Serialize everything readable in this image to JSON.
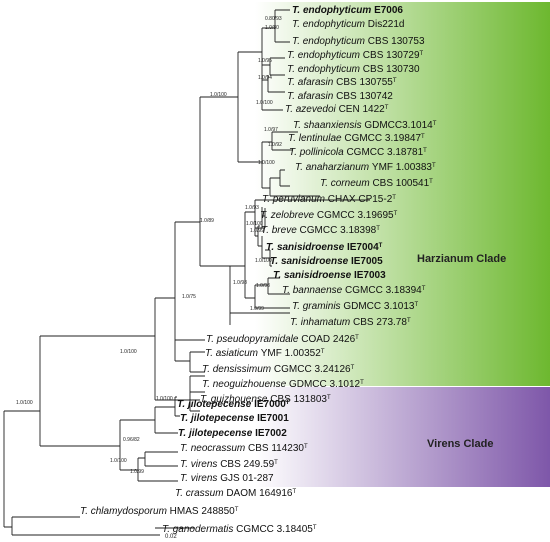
{
  "clades": [
    {
      "id": "harzianum",
      "label": "Harzianum Clade",
      "color_from": "#ffffff",
      "color_to": "#6db82f"
    },
    {
      "id": "virens",
      "label": "Virens Clade",
      "color_from": "#ffffff",
      "color_to": "#7e57a9"
    }
  ],
  "scale_bar": {
    "label": "0.02"
  },
  "taxa": [
    {
      "id": "t1",
      "genus": "T.",
      "species": "endophyticum",
      "strain": "E7006",
      "bold": true,
      "type": false
    },
    {
      "id": "t2",
      "genus": "T.",
      "species": "endophyticum",
      "strain": "Dis221d",
      "bold": false,
      "type": false
    },
    {
      "id": "t3",
      "genus": "T.",
      "species": "endophyticum",
      "strain": "CBS 130753",
      "bold": false,
      "type": false
    },
    {
      "id": "t4",
      "genus": "T.",
      "species": "endophyticum",
      "strain": "CBS 130729",
      "bold": false,
      "type": true
    },
    {
      "id": "t5",
      "genus": "T.",
      "species": "endophyticum",
      "strain": "CBS 130730",
      "bold": false,
      "type": false
    },
    {
      "id": "t6",
      "genus": "T.",
      "species": "afarasin",
      "strain": "CBS 130755",
      "bold": false,
      "type": true
    },
    {
      "id": "t7",
      "genus": "T.",
      "species": "afarasin",
      "strain": "CBS 130742",
      "bold": false,
      "type": false
    },
    {
      "id": "t8",
      "genus": "T.",
      "species": "azevedoi",
      "strain": "CEN 1422",
      "bold": false,
      "type": true
    },
    {
      "id": "t9",
      "genus": "T.",
      "species": "shaanxiensis",
      "strain": "GDMCC3.1014",
      "bold": false,
      "type": true
    },
    {
      "id": "t10",
      "genus": "T.",
      "species": "lentinulae",
      "strain": "CGMCC 3.19847",
      "bold": false,
      "type": true
    },
    {
      "id": "t11",
      "genus": "T.",
      "species": "pollinicola",
      "strain": "CGMCC 3.18781",
      "bold": false,
      "type": true
    },
    {
      "id": "t12",
      "genus": "T.",
      "species": "anaharzianum",
      "strain": "YMF 1.00383",
      "bold": false,
      "type": true
    },
    {
      "id": "t13",
      "genus": "T.",
      "species": "corneum",
      "strain": "CBS 100541",
      "bold": false,
      "type": true
    },
    {
      "id": "t14",
      "genus": "T.",
      "species": "peruvianum",
      "strain": "CHAX CP15-2",
      "bold": false,
      "type": true
    },
    {
      "id": "t15",
      "genus": "T.",
      "species": "zelobreve",
      "strain": "CGMCC 3.19695",
      "bold": false,
      "type": true
    },
    {
      "id": "t16",
      "genus": "T.",
      "species": "breve",
      "strain": "CGMCC 3.18398",
      "bold": false,
      "type": true
    },
    {
      "id": "t17",
      "genus": "T.",
      "species": "sanisidroense",
      "strain": "IE7004",
      "bold": true,
      "type": true
    },
    {
      "id": "t18",
      "genus": "T.",
      "species": "sanisidroense",
      "strain": "IE7005",
      "bold": true,
      "type": false
    },
    {
      "id": "t19",
      "genus": "T.",
      "species": "sanisidroense",
      "strain": "IE7003",
      "bold": true,
      "type": false
    },
    {
      "id": "t20",
      "genus": "T.",
      "species": "bannaense",
      "strain": "CGMCC 3.18394",
      "bold": false,
      "type": true
    },
    {
      "id": "t21",
      "genus": "T.",
      "species": "graminis",
      "strain": "GDMCC 3.1013",
      "bold": false,
      "type": true
    },
    {
      "id": "t22",
      "genus": "T.",
      "species": "inhamatum",
      "strain": "CBS 273.78",
      "bold": false,
      "type": true
    },
    {
      "id": "t23",
      "genus": "T.",
      "species": "pseudopyramidale",
      "strain": "COAD 2426",
      "bold": false,
      "type": true
    },
    {
      "id": "t24",
      "genus": "T.",
      "species": "asiaticum",
      "strain": "YMF 1.00352",
      "bold": false,
      "type": true
    },
    {
      "id": "t25",
      "genus": "T.",
      "species": "densissimum",
      "strain": "CGMCC 3.24126",
      "bold": false,
      "type": true
    },
    {
      "id": "t26",
      "genus": "T.",
      "species": "neoguizhouense",
      "strain": "GDMCC 3.1012",
      "bold": false,
      "type": true
    },
    {
      "id": "t27",
      "genus": "T.",
      "species": "guizhouense",
      "strain": "CBS 131803",
      "bold": false,
      "type": true
    },
    {
      "id": "t28",
      "genus": "T.",
      "species": "jilotepecense",
      "strain": "IE7000",
      "bold": true,
      "type": true
    },
    {
      "id": "t29",
      "genus": "T.",
      "species": "jilotepecense",
      "strain": "IE7001",
      "bold": true,
      "type": false
    },
    {
      "id": "t30",
      "genus": "T.",
      "species": "jilotepecense",
      "strain": "IE7002",
      "bold": true,
      "type": false
    },
    {
      "id": "t31",
      "genus": "T.",
      "species": "neocrassum",
      "strain": "CBS 114230",
      "bold": false,
      "type": true
    },
    {
      "id": "t32",
      "genus": "T.",
      "species": "virens",
      "strain": "CBS 249.59",
      "bold": false,
      "type": true
    },
    {
      "id": "t33",
      "genus": "T.",
      "species": "virens",
      "strain": "GJS 01-287",
      "bold": false,
      "type": false
    },
    {
      "id": "t34",
      "genus": "T.",
      "species": "crassum",
      "strain": "DAOM 164916",
      "bold": false,
      "type": true
    },
    {
      "id": "t35",
      "genus": "T.",
      "species": "chlamydosporum",
      "strain": "HMAS 248850",
      "bold": false,
      "type": true
    },
    {
      "id": "t36",
      "genus": "T.",
      "species": "ganodermatis",
      "strain": "CGMCC 3.18405",
      "bold": false,
      "type": true
    }
  ],
  "support_values": [
    {
      "id": "s_e7006",
      "text": "0.80/93"
    },
    {
      "id": "s_dis",
      "text": "1.0/80"
    },
    {
      "id": "s_endo",
      "text": "1.0/95"
    },
    {
      "id": "s_afa",
      "text": "1.0/94"
    },
    {
      "id": "s_shx",
      "text": "1.0/97"
    },
    {
      "id": "s_end_top",
      "text": "1.0/100"
    },
    {
      "id": "s_lentpoll",
      "text": "1.0/92"
    },
    {
      "id": "s_lpa",
      "text": "1.0/100"
    },
    {
      "id": "s_top",
      "text": "1.0/100"
    },
    {
      "id": "s_peruv",
      "text": "1.0/93"
    },
    {
      "id": "s_zel",
      "text": "1.0/100"
    },
    {
      "id": "s_brsan",
      "text": "1.0/99"
    },
    {
      "id": "s_san",
      "text": "1.0/100"
    },
    {
      "id": "s_bg",
      "text": "1.0/98"
    },
    {
      "id": "s_mid",
      "text": "1.0/98"
    },
    {
      "id": "s_bgi",
      "text": "1.0/99"
    },
    {
      "id": "s_hmid",
      "text": "1.0/89"
    },
    {
      "id": "s_h75",
      "text": "1.0/75"
    },
    {
      "id": "s_dn",
      "text": "1.0/100"
    },
    {
      "id": "s_root",
      "text": "1.0/100"
    },
    {
      "id": "s_jil",
      "text": "1.0/100"
    },
    {
      "id": "s_v1",
      "text": "0.96/82"
    },
    {
      "id": "s_v2",
      "text": "1.0/100"
    },
    {
      "id": "s_v3",
      "text": "1.0/99"
    }
  ]
}
